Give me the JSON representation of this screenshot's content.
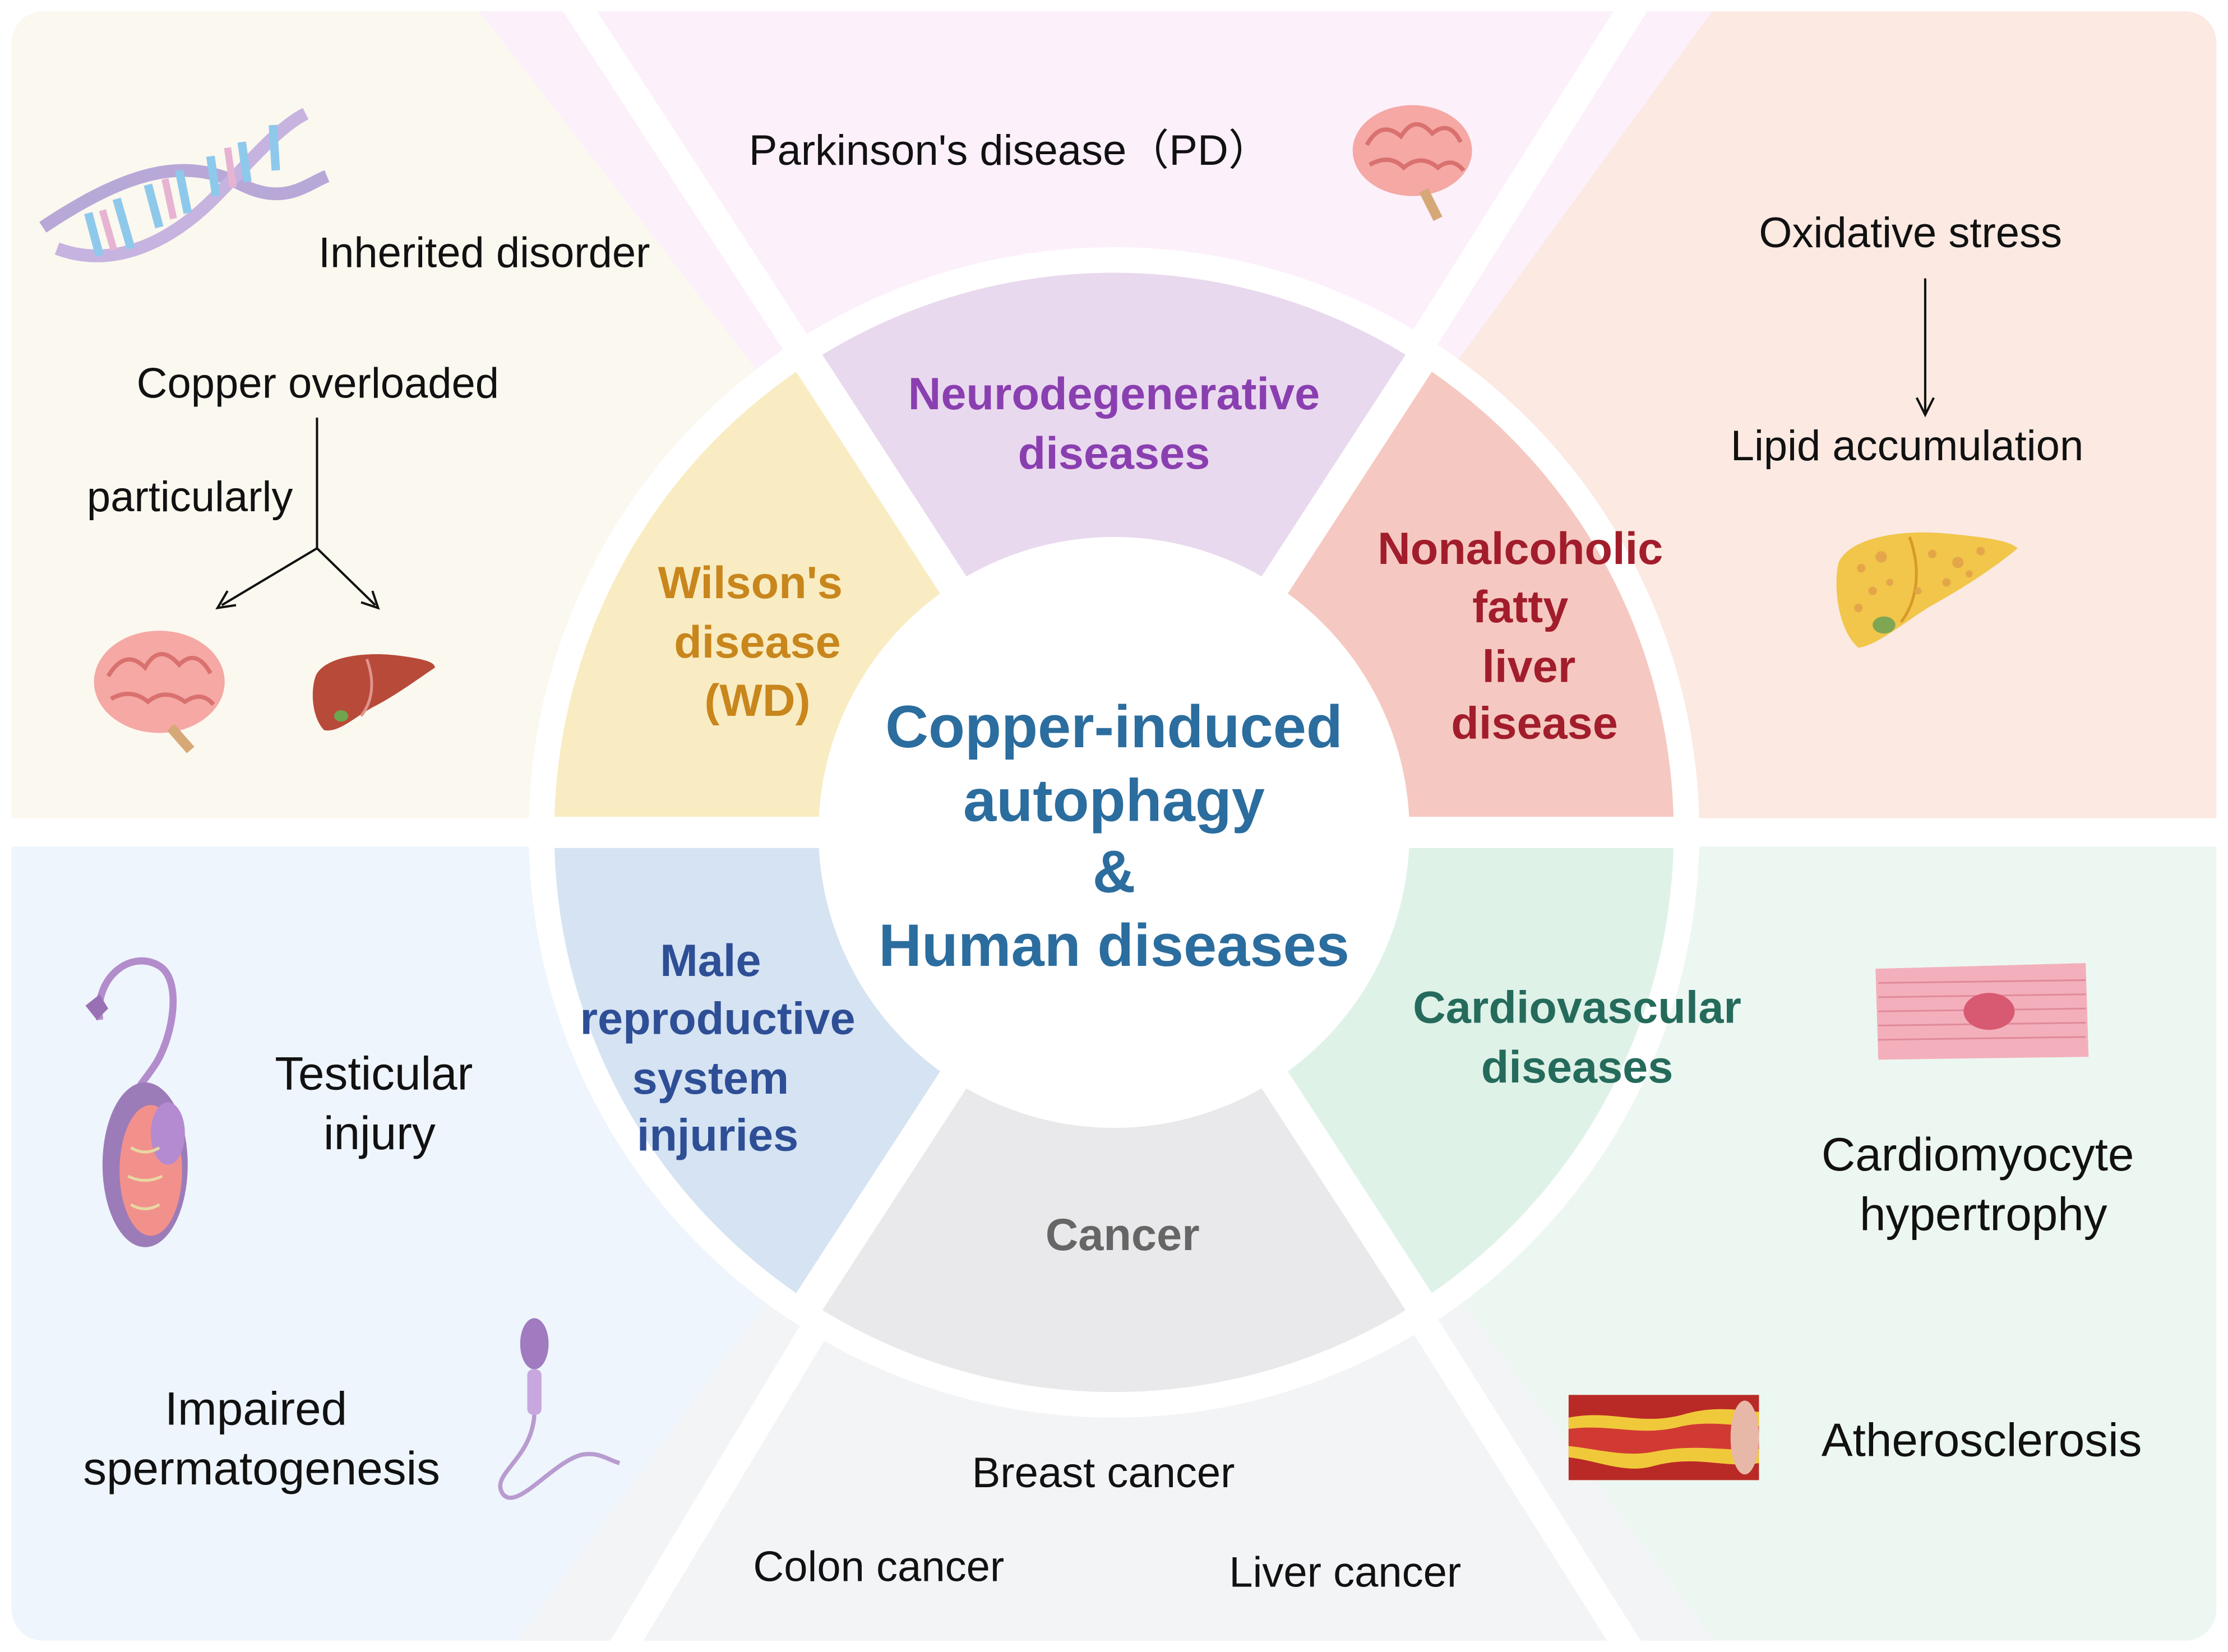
{
  "center": {
    "line1": "Copper-induced",
    "line2": "autophagy",
    "line3": "&",
    "line4": "Human diseases"
  },
  "colors": {
    "neuro_text": "#8a3fb0",
    "wilson_text": "#c8861c",
    "nafld_text": "#a21d2c",
    "male_text": "#2e4e96",
    "cardio_text": "#256b5c",
    "cancer_text": "#666666",
    "center_text": "#2b6d9e",
    "neuro_bg": "#fcf0fb",
    "wilson_bg": "#fbf8ef",
    "nafld_bg": "#fbe9e2",
    "male_bg": "#eef5fc",
    "cardio_bg": "#edf7f1",
    "cancer_bg": "#f3f4f6"
  },
  "ring": {
    "neuro": [
      "Neurodegenerative",
      "diseases"
    ],
    "wilson": [
      "Wilson's",
      "disease",
      "(WD)"
    ],
    "nafld": [
      "Nonalcoholic",
      "fatty",
      "liver",
      "disease"
    ],
    "male": [
      "Male",
      "reproductive",
      "system",
      "injuries"
    ],
    "cardio": [
      "Cardiovascular",
      "diseases"
    ],
    "cancer": [
      "Cancer"
    ]
  },
  "outer": {
    "pd": "Parkinson's disease（PD）",
    "inherited": "Inherited disorder",
    "copper_overloaded": "Copper overloaded",
    "particularly": "particularly",
    "oxidative": "Oxidative stress",
    "lipid": "Lipid accumulation",
    "testicular": [
      "Testicular",
      "injury"
    ],
    "impaired": [
      "Impaired",
      "spermatogenesis"
    ],
    "cardiomyocyte": [
      "Cardiomyocyte",
      "hypertrophy"
    ],
    "athero": "Atherosclerosis",
    "breast": "Breast cancer",
    "colon": "Colon cancer",
    "liver_cancer": "Liver cancer"
  },
  "icons": [
    "dna-icon",
    "brain-icon",
    "liver-icon",
    "fatty-liver-icon",
    "testis-icon",
    "sperm-icon",
    "cardiomyocyte-icon",
    "artery-plaque-icon"
  ]
}
